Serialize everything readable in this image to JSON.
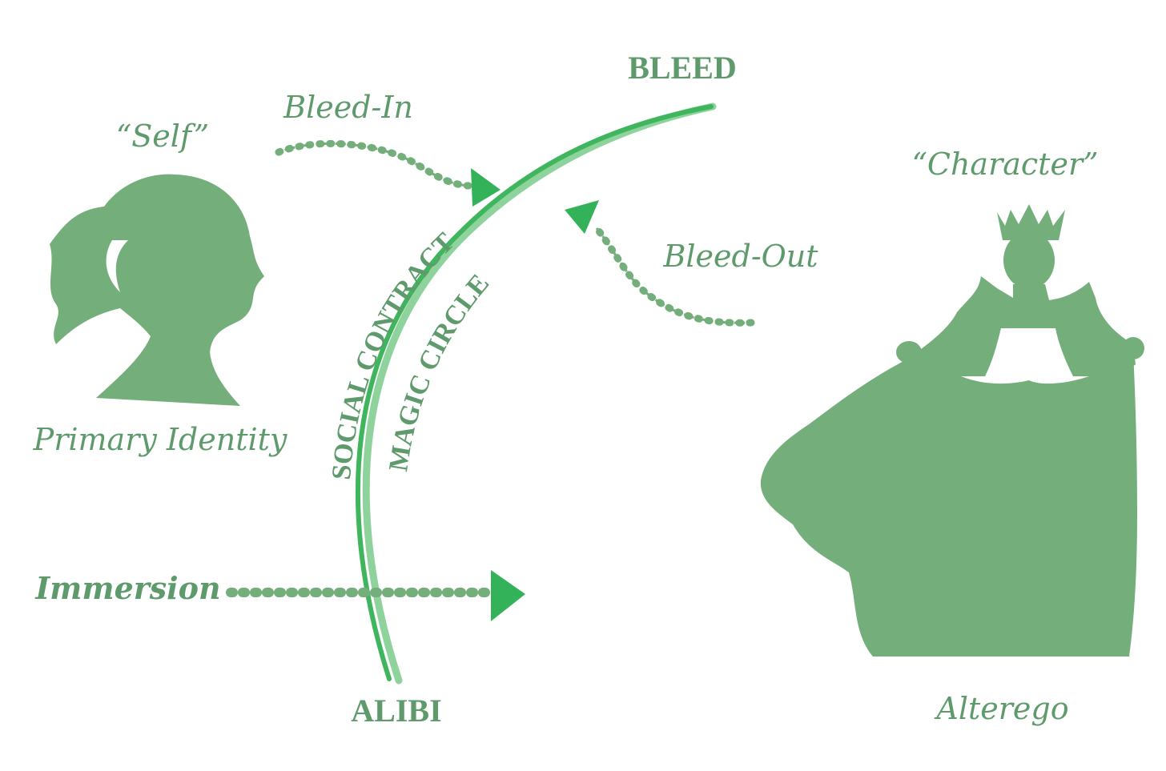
{
  "colors": {
    "silhouette": "#73ae7b",
    "arc_dark": "#3fb55e",
    "arc_light": "#8fd39c",
    "arrow": "#34b25a",
    "text": "#5e9a6b"
  },
  "labels": {
    "bleed": "BLEED",
    "alibi": "ALIBI",
    "bleed_in": "Bleed-In",
    "bleed_out": "Bleed-Out",
    "self": "“Self”",
    "primary_identity": "Primary Identity",
    "character": "“Character”",
    "alterego": "Alterego",
    "immersion": "Immersion",
    "social_contract": "SOCIAL CONTRACT",
    "magic_circle": "MAGIC CIRCLE"
  },
  "icons": {
    "self": "woman-head-silhouette-icon",
    "character": "princess-ballgown-silhouette-icon"
  }
}
